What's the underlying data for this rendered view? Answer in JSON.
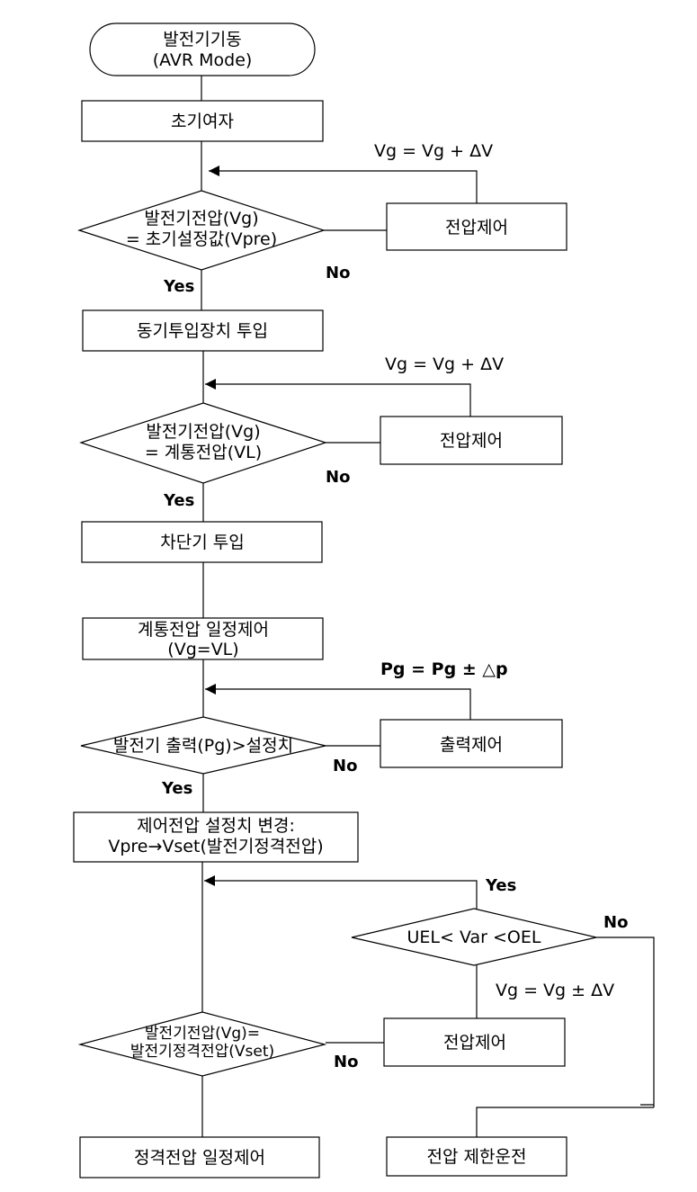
{
  "flowchart": {
    "start": {
      "line1": "발전기기동",
      "line2": "(AVR Mode)"
    },
    "initial_excitation": "초기여자",
    "eq1": "Vg = Vg + ΔV",
    "decision1": {
      "line1": "발전기전압(Vg)",
      "line2": "= 초기설정값(Vpre)"
    },
    "voltage_control_1": "전압제어",
    "no_1": "No",
    "yes_1": "Yes",
    "sync_device": "동기투입장치 투입",
    "eq2": "Vg = Vg + ΔV",
    "decision2": {
      "line1": "발전기전압(Vg)",
      "line2": "= 계통전압(VL)"
    },
    "voltage_control_2": "전압제어",
    "no_2": "No",
    "yes_2": "Yes",
    "breaker": "차단기 투입",
    "grid_voltage_control": {
      "line1": "계통전압 일정제어",
      "line2": "(Vg=VL)"
    },
    "eq3": "Pg = Pg ± △p",
    "decision3": "발전기 출력(Pg)>설정치",
    "output_control": "출력제어",
    "no_3": "No",
    "yes_3": "Yes",
    "setpoint_change": {
      "line1": "제어전압 설정치 변경:",
      "line2": "Vpre→Vset(발전기정격전압)"
    },
    "yes_4": "Yes",
    "no_4": "No",
    "decision4": "UEL< Var <OEL",
    "eq4": "Vg = Vg ± ΔV",
    "decision5": {
      "line1": "발전기전압(Vg)=",
      "line2": "발전기정격전압(Vset)"
    },
    "voltage_control_3": "전압제어",
    "no_5": "No",
    "rated_voltage_control": "정격전압 일정제어",
    "voltage_limit_operation": "전압 제한운전"
  }
}
